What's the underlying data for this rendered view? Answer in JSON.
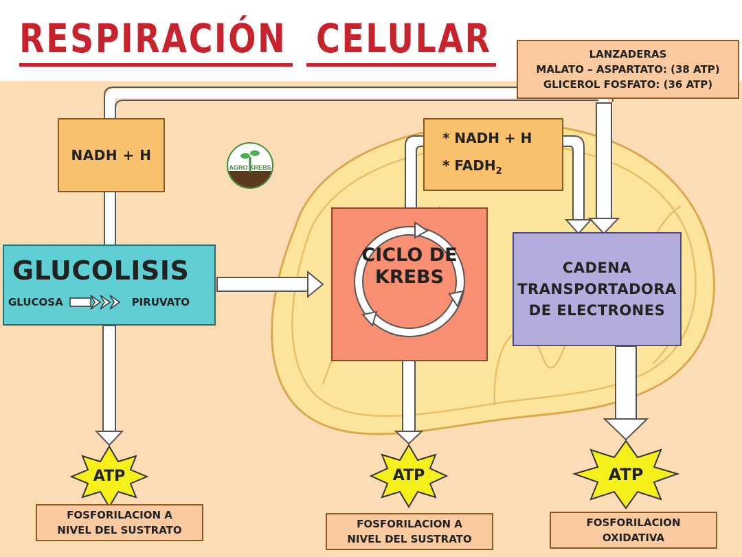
{
  "title": {
    "word1": "RESPIRACIÓN",
    "word2": "CELULAR"
  },
  "logo": {
    "text": "AGRO KREBS"
  },
  "lanzaderas": {
    "line1": "LANZADERAS",
    "line2": "MALATO – ASPARTATO: (38 ATP)",
    "line3": "GLICEROL FOSFATO: (36 ATP)"
  },
  "nadh_left": "NADH + H",
  "nadh_krebs": {
    "line1": "* NADH + H",
    "line2_prefix": "* FADH",
    "line2_sub": "2"
  },
  "glucolisis": {
    "title": "GLUCOLISIS",
    "from": "GLUCOSA",
    "to": "PIRUVATO"
  },
  "krebs": {
    "line1": "CICLO DE",
    "line2": "KREBS"
  },
  "cadena": {
    "line1": "CADENA",
    "line2": "TRANSPORTADORA",
    "line3": "DE ELECTRONES"
  },
  "atp": {
    "label": "ATP"
  },
  "outputs": [
    {
      "line1": "FOSFORILACION A",
      "line2": "NIVEL DEL SUSTRATO"
    },
    {
      "line1": "FOSFORILACION A",
      "line2": "NIVEL DEL SUSTRATO"
    },
    {
      "line1": "FOSFORILACION",
      "line2": "OXIDATIVA"
    }
  ],
  "colors": {
    "title_red": "#c8232c",
    "background_peach": "#fcdcb4",
    "mitochondrion_yellow": "#fce49a",
    "glucolisis_cyan": "#5fcfd3",
    "krebs_salmon": "#f88e72",
    "cadena_lavender": "#b3addd",
    "nadh_orange": "#f9c16b",
    "atp_yellow": "#f5ef1a"
  }
}
